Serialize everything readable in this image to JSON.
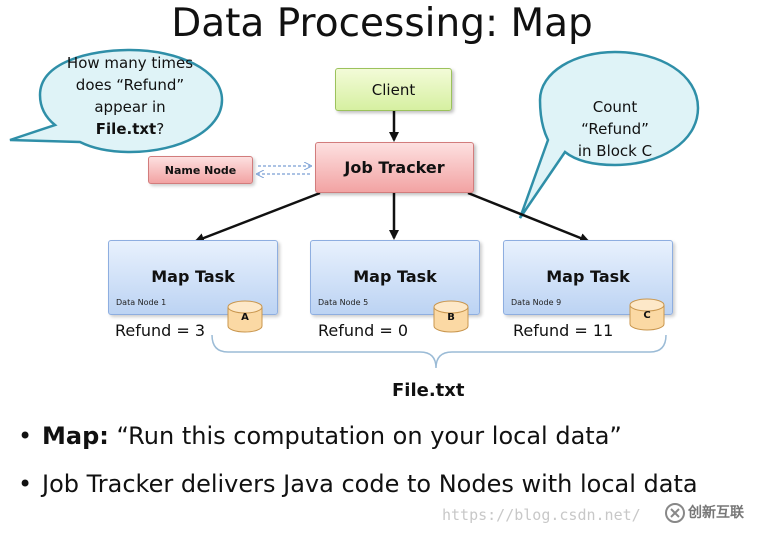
{
  "title": "Data Processing: Map",
  "client": {
    "label": "Client"
  },
  "job_tracker": {
    "label": "Job Tracker"
  },
  "name_node": {
    "label": "Name Node"
  },
  "callout_left": {
    "line1": "How many times",
    "line2": "does “Refund”",
    "line3": "appear in",
    "line4_bold": "File.txt",
    "line4_rest": "?"
  },
  "callout_right": {
    "line1": "Count",
    "line2": "“Refund”",
    "line3": "in Block C"
  },
  "map_tasks": [
    {
      "label": "Map Task",
      "data_node": "Data Node 1",
      "block": "A",
      "result": "Refund = 3"
    },
    {
      "label": "Map Task",
      "data_node": "Data Node 5",
      "block": "B",
      "result": "Refund = 0"
    },
    {
      "label": "Map Task",
      "data_node": "Data Node 9",
      "block": "C",
      "result": "Refund = 11"
    }
  ],
  "file_label": "File.txt",
  "bullets": [
    {
      "bold": "Map:",
      "text": " “Run this computation on your local data”"
    },
    {
      "bold": "",
      "text": "Job Tracker delivers Java code to Nodes with local data"
    }
  ],
  "watermark": "https://blog.csdn.net/",
  "logo_text": "创新互联",
  "colors": {
    "client_fill": "#d6f0a1",
    "tracker_fill": "#f2a3a3",
    "map_fill": "#bcd3f3",
    "callout_fill": "#dff3f7",
    "callout_stroke": "#2f8fa8",
    "cylinder_fill": "#fbd9a4"
  }
}
